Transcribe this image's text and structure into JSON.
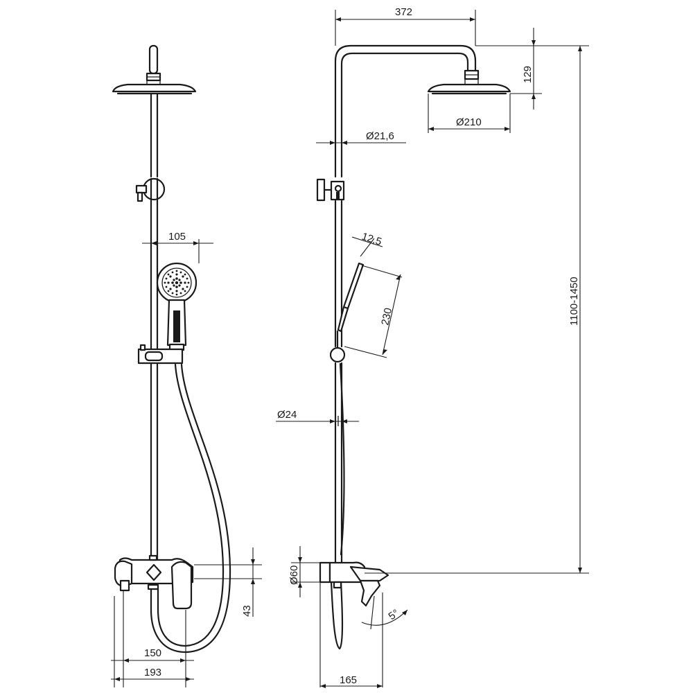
{
  "dimensions": {
    "rail_width": "372",
    "head_drop": "129",
    "head_diameter": "Ø210",
    "pipe_upper_diameter": "Ø21,6",
    "handshower_thickness": "12,5",
    "handshower_length": "230",
    "pipe_lower_diameter": "Ø24",
    "total_height": "1100-1450",
    "mixer_body_diameter": "Ø60",
    "spout_angle": "5°",
    "spout_projection": "165",
    "handshower_head_offset": "105",
    "mixer_height": "43",
    "inlet_spacing": "150",
    "mixer_width": "193"
  }
}
